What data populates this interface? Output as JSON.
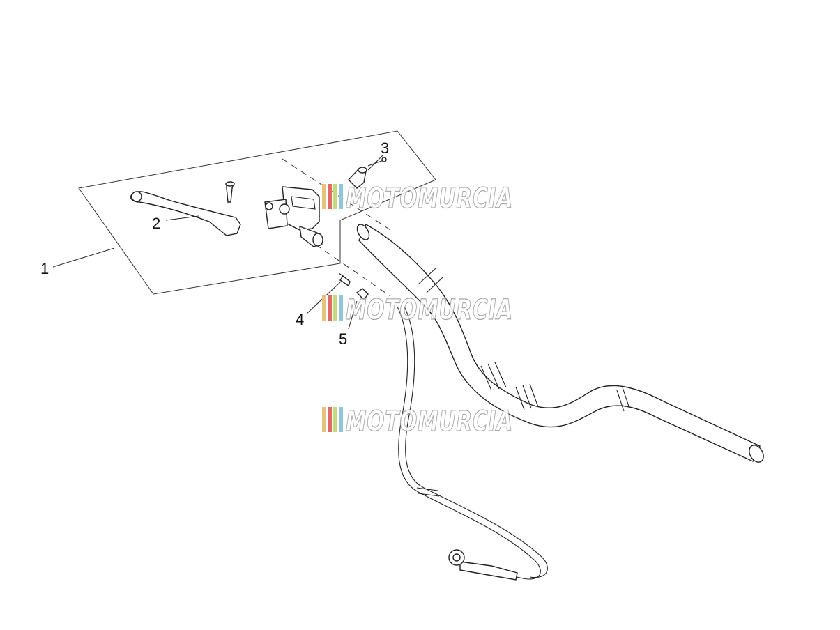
{
  "callouts": [
    {
      "id": "1",
      "label": "1"
    },
    {
      "id": "2",
      "label": "2"
    },
    {
      "id": "3",
      "label": "3"
    },
    {
      "id": "4",
      "label": "4"
    },
    {
      "id": "5",
      "label": "5"
    }
  ],
  "watermark": {
    "text": "MOTOMURCIA",
    "stripe_colors": [
      "#e8c27a",
      "#e06a6a",
      "#c9d97a",
      "#8fc9d9"
    ]
  },
  "colors": {
    "line": "#222222",
    "background": "#ffffff",
    "watermark_outline": "#9a9a9a"
  }
}
